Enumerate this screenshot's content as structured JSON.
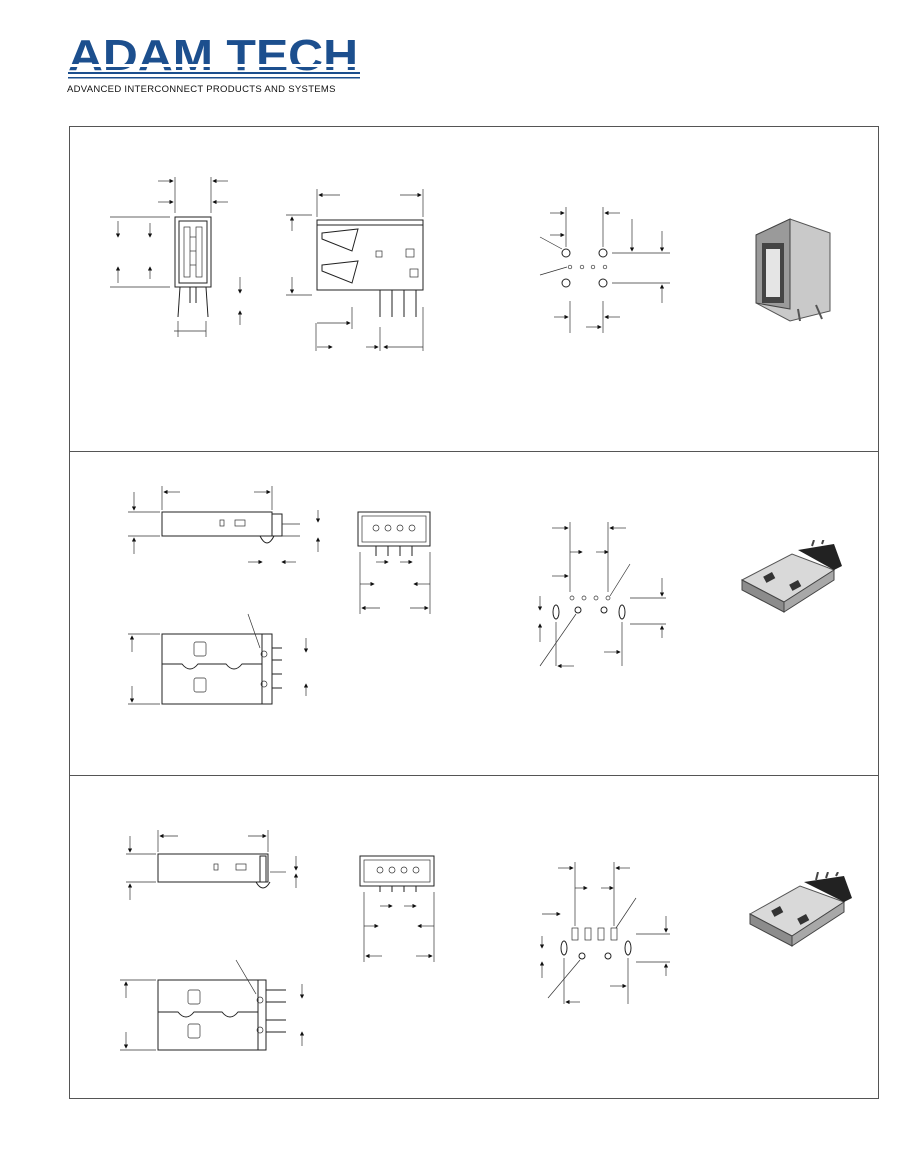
{
  "brand": {
    "name": "ADAM TECH",
    "tagline": "ADVANCED INTERCONNECT PRODUCTS AND SYSTEMS",
    "color": "#1c4f8e"
  },
  "panels": [
    {
      "id": "usb-a-receptacle",
      "photo": "usb-a-receptacle-photo"
    },
    {
      "id": "usb-a-plug-top-entry",
      "photo": "usb-a-plug-photo"
    },
    {
      "id": "usb-a-plug-smt",
      "photo": "usb-a-plug-smt-photo"
    }
  ]
}
